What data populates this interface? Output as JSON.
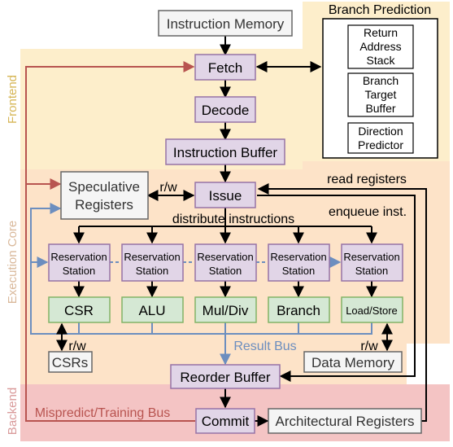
{
  "colors": {
    "frontend_bg": "#fdeecb",
    "exec_bg": "#fde3c8",
    "backend_bg": "#f4c4c4",
    "purple_fill": "#e1d5e7",
    "purple_stroke": "#9673a6",
    "green_fill": "#d5e8d4",
    "green_stroke": "#82b366",
    "gray_fill": "#f5f5f5",
    "gray_stroke": "#666666",
    "blue_line": "#6c8ebf",
    "red_line": "#b85450",
    "frontend_label": "#d6b656",
    "exec_label": "#d9b89a",
    "backend_label": "#d99a9a"
  },
  "regions": {
    "frontend": "Frontend",
    "execution_core": "Execution Core",
    "backend": "Backend"
  },
  "nodes": {
    "instruction_memory": "Instruction Memory",
    "fetch": "Fetch",
    "decode": "Decode",
    "instruction_buffer": "Instruction Buffer",
    "issue": "Issue",
    "speculative_registers": [
      "Speculative",
      "Registers"
    ],
    "branch_prediction": "Branch Prediction",
    "return_address_stack": [
      "Return",
      "Address",
      "Stack"
    ],
    "branch_target_buffer": [
      "Branch",
      "Target",
      "Buffer"
    ],
    "direction_predictor": [
      "Direction",
      "Predictor"
    ],
    "reservation_station": [
      "Reservation",
      "Station"
    ],
    "units": [
      "CSR",
      "ALU",
      "Mul/Div",
      "Branch",
      "Load/Store"
    ],
    "csrs": "CSRs",
    "data_memory": "Data Memory",
    "reorder_buffer": "Reorder Buffer",
    "commit": "Commit",
    "architectural_registers": "Architectural Registers"
  },
  "labels": {
    "rw_spec": "r/w",
    "distribute": "distribute instructions",
    "read_registers": "read registers",
    "enqueue": "enqueue inst.",
    "rw_csr": "r/w",
    "rw_mem": "r/w",
    "result_bus": "Result Bus",
    "mispredict_bus": "Mispredict/Training Bus"
  }
}
